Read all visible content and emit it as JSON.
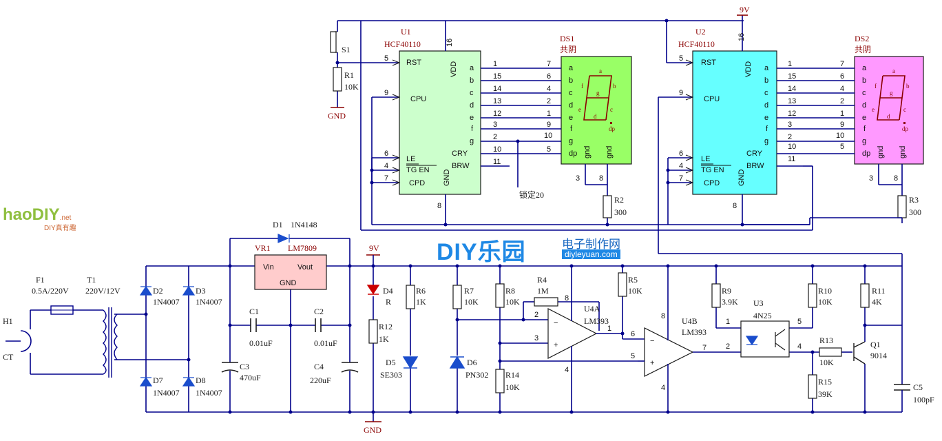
{
  "diagram": {
    "watermark": {
      "brand": "haoDIY",
      "brand_suffix": ".net",
      "brand_sub": "DIY真有趣",
      "site_logo": "DIY乐园",
      "site_name": "电子制作网",
      "site_url": "diyleyuan.com"
    },
    "chips": {
      "u1": {
        "ref": "U1",
        "part": "HCF40110"
      },
      "u2": {
        "ref": "U2",
        "part": "HCF40110"
      }
    },
    "chip_pins_left": [
      "RST",
      "CPU",
      "LE",
      "TG EN",
      "CPD"
    ],
    "chip_pins_right": [
      "a",
      "b",
      "c",
      "d",
      "e",
      "f",
      "g",
      "CRY",
      "BRW"
    ],
    "chip_vdd": "VDD",
    "chip_gnd": "GND",
    "pin_numbers_left": [
      "5",
      "9",
      "6",
      "4",
      "7"
    ],
    "pin_numbers_right": [
      "1",
      "15",
      "14",
      "13",
      "12",
      "3",
      "2",
      "10",
      "11"
    ],
    "pin_vdd": "16",
    "pin_gnd": "8",
    "displays": {
      "ds1": {
        "ref": "DS1",
        "type": "共阴"
      },
      "ds2": {
        "ref": "DS2",
        "type": "共阴"
      }
    },
    "display_pins": [
      "a",
      "b",
      "c",
      "d",
      "e",
      "f",
      "g",
      "dp"
    ],
    "display_gnd": "gnd",
    "display_pin_numbers": [
      "7",
      "6",
      "4",
      "2",
      "1",
      "9",
      "10",
      "5"
    ],
    "display_gnd_pins": [
      "3",
      "8"
    ],
    "seg_labels": [
      "a",
      "b",
      "c",
      "d",
      "e",
      "f",
      "g",
      "dp"
    ],
    "supply_top": "9V",
    "switch": "S1",
    "resistors": {
      "r1": {
        "ref": "R1",
        "value": "10K"
      },
      "r2": {
        "ref": "R2",
        "value": "300"
      },
      "r3": {
        "ref": "R3",
        "value": "300"
      },
      "r4": {
        "ref": "R4",
        "value": "1M"
      },
      "r5": {
        "ref": "R5",
        "value": "10K"
      },
      "r6": {
        "ref": "R6",
        "value": "1K"
      },
      "r7": {
        "ref": "R7",
        "value": "10K"
      },
      "r8": {
        "ref": "R8",
        "value": "10K"
      },
      "r9": {
        "ref": "R9",
        "value": "3.9K"
      },
      "r10": {
        "ref": "R10",
        "value": "10K"
      },
      "r11": {
        "ref": "R11",
        "value": "4K"
      },
      "r12": {
        "ref": "R12",
        "value": "1K"
      },
      "r13": {
        "ref": "R13",
        "value": "10K"
      },
      "r14": {
        "ref": "R14",
        "value": "10K"
      },
      "r15": {
        "ref": "R15",
        "value": "39K"
      }
    },
    "gnd_label": "GND",
    "lock_label": "锁定20",
    "d1": {
      "ref": "D1",
      "part": "1N4148"
    },
    "vr1": {
      "ref": "VR1",
      "part": "LM7809",
      "vin": "Vin",
      "vout": "Vout",
      "gnd": "GND"
    },
    "supply_9v": "9V",
    "h1": {
      "ref": "H1",
      "label": "CT"
    },
    "f1": {
      "ref": "F1",
      "value": "0.5A/220V"
    },
    "t1": {
      "ref": "T1",
      "value": "220V/12V"
    },
    "bridge": [
      {
        "ref": "D2",
        "part": "1N4007"
      },
      {
        "ref": "D3",
        "part": "1N4007"
      },
      {
        "ref": "D7",
        "part": "1N4007"
      },
      {
        "ref": "D8",
        "part": "1N4007"
      }
    ],
    "capacitors": {
      "c1": {
        "ref": "C1",
        "value": "0.01uF"
      },
      "c2": {
        "ref": "C2",
        "value": "0.01uF"
      },
      "c3": {
        "ref": "C3",
        "value": "470uF"
      },
      "c4": {
        "ref": "C4",
        "value": "220uF"
      },
      "c5": {
        "ref": "C5",
        "value": "100pF"
      }
    },
    "d4": {
      "ref": "D4",
      "part": "R"
    },
    "d5": {
      "ref": "D5",
      "part": "SE303"
    },
    "d6": {
      "ref": "D6",
      "part": "PN302"
    },
    "u4a": {
      "ref": "U4A",
      "part": "LM393"
    },
    "u4b": {
      "ref": "U4B",
      "part": "LM393"
    },
    "u3": {
      "ref": "U3",
      "part": "4N25"
    },
    "q1": {
      "ref": "Q1",
      "part": "9014"
    },
    "opamp_pins": {
      "a_in_minus": "2",
      "a_in_plus": "3",
      "a_out": "1",
      "a_vcc": "8",
      "a_gnd": "4",
      "b_in_minus": "6",
      "b_in_plus": "5",
      "b_out": "7",
      "b_vcc": "8",
      "b_gnd": "4"
    },
    "opto_pins": {
      "p1": "1",
      "p2": "2",
      "p4": "4",
      "p5": "5"
    },
    "colors": {
      "wire": "#00008b",
      "chip1_fill": "#ccffcc",
      "chip2_fill": "#66ffff",
      "ds1_fill": "#99ff66",
      "ds2_fill": "#ff99ff",
      "vr_fill": "#ffcccc",
      "label_red": "#8b0000",
      "component_blue": "#1a4dcc"
    }
  }
}
